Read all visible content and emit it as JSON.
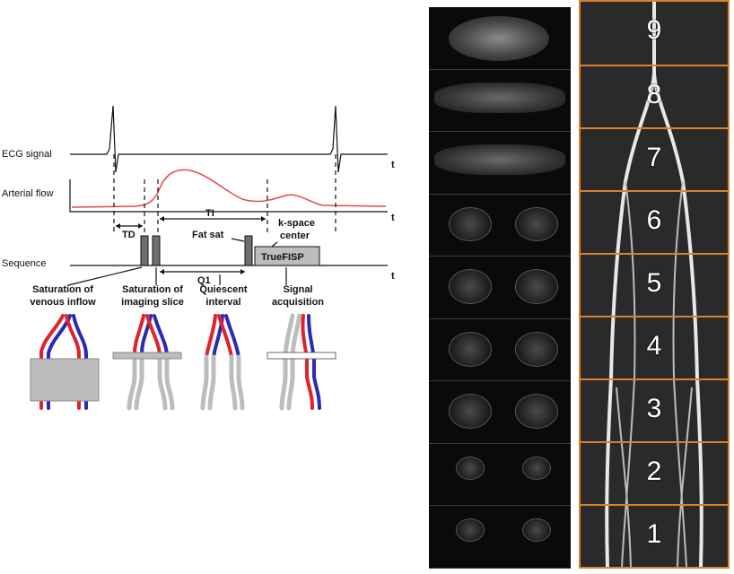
{
  "diagram": {
    "ecg_label": "ECG signal",
    "flow_label": "Arterial flow",
    "sequence_label": "Sequence",
    "t_label": "t",
    "td_label": "TD",
    "ti_label": "TI",
    "q1_label": "Q1",
    "fatsat_label": "Fat sat",
    "kspace_line1": "k-space",
    "kspace_line2": "center",
    "truefisp_label": "TrueFISP",
    "steps": [
      {
        "line1": "Saturation of",
        "line2": "venous inflow"
      },
      {
        "line1": "Saturation of",
        "line2": "imaging slice"
      },
      {
        "line1": "Quiescent",
        "line2": "interval"
      },
      {
        "line1": "Signal",
        "line2": "acquisition"
      }
    ]
  },
  "colors": {
    "artery": "#e0222b",
    "vein": "#2a2ab8",
    "saturated": "#bdbdbd",
    "flow_curve": "#e8454a",
    "station_border": "#d9822b"
  },
  "mra": {
    "stations": [
      "9",
      "8",
      "7",
      "6",
      "5",
      "4",
      "3",
      "2",
      "1"
    ]
  }
}
